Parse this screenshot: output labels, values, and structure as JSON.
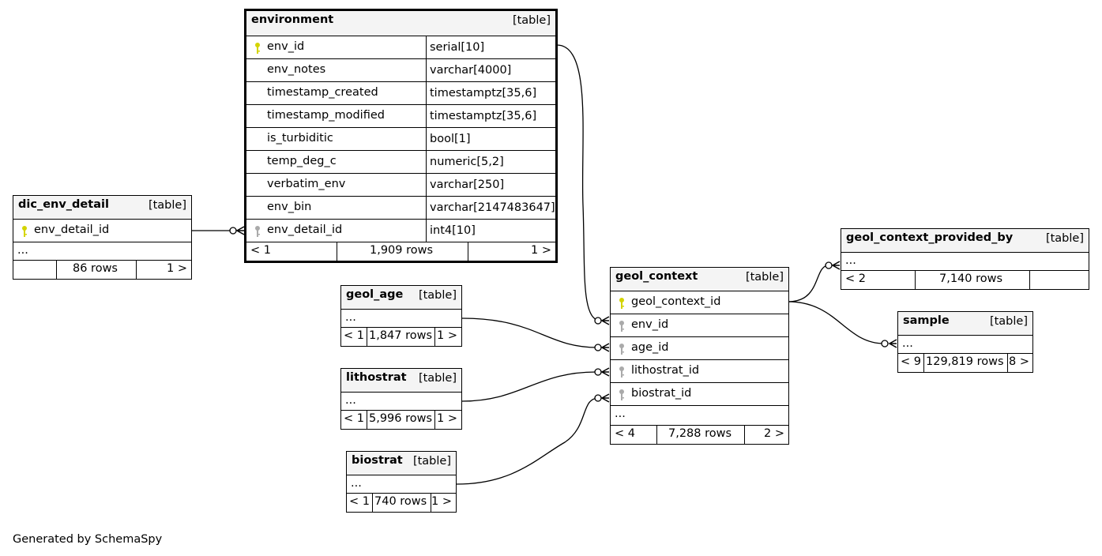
{
  "tables": {
    "environment": {
      "name": "environment",
      "kind": "[table]",
      "columns": [
        {
          "name": "env_id",
          "type": "serial[10]",
          "key": "primary"
        },
        {
          "name": "env_notes",
          "type": "varchar[4000]",
          "key": ""
        },
        {
          "name": "timestamp_created",
          "type": "timestamptz[35,6]",
          "key": ""
        },
        {
          "name": "timestamp_modified",
          "type": "timestamptz[35,6]",
          "key": ""
        },
        {
          "name": "is_turbiditic",
          "type": "bool[1]",
          "key": ""
        },
        {
          "name": "temp_deg_c",
          "type": "numeric[5,2]",
          "key": ""
        },
        {
          "name": "verbatim_env",
          "type": "varchar[250]",
          "key": ""
        },
        {
          "name": "env_bin",
          "type": "varchar[2147483647]",
          "key": ""
        },
        {
          "name": "env_detail_id",
          "type": "int4[10]",
          "key": "foreign"
        }
      ],
      "footer": {
        "left": "< 1",
        "rows": "1,909 rows",
        "right": "1 >"
      }
    },
    "dic_env_detail": {
      "name": "dic_env_detail",
      "kind": "[table]",
      "columns": [
        {
          "name": "env_detail_id",
          "key": "primary"
        }
      ],
      "ellipsis": "...",
      "footer": {
        "left": "",
        "rows": "86 rows",
        "right": "1 >"
      }
    },
    "geol_age": {
      "name": "geol_age",
      "kind": "[table]",
      "ellipsis": "...",
      "footer": {
        "left": "< 1",
        "rows": "1,847 rows",
        "right": "1 >"
      }
    },
    "lithostrat": {
      "name": "lithostrat",
      "kind": "[table]",
      "ellipsis": "...",
      "footer": {
        "left": "< 1",
        "rows": "5,996 rows",
        "right": "1 >"
      }
    },
    "biostrat": {
      "name": "biostrat",
      "kind": "[table]",
      "ellipsis": "...",
      "footer": {
        "left": "< 1",
        "rows": "740 rows",
        "right": "1 >"
      }
    },
    "geol_context": {
      "name": "geol_context",
      "kind": "[table]",
      "columns": [
        {
          "name": "geol_context_id",
          "key": "primary"
        },
        {
          "name": "env_id",
          "key": "foreign"
        },
        {
          "name": "age_id",
          "key": "foreign"
        },
        {
          "name": "lithostrat_id",
          "key": "foreign"
        },
        {
          "name": "biostrat_id",
          "key": "foreign"
        }
      ],
      "ellipsis": "...",
      "footer": {
        "left": "< 4",
        "rows": "7,288 rows",
        "right": "2 >"
      }
    },
    "geol_context_provided_by": {
      "name": "geol_context_provided_by",
      "kind": "[table]",
      "ellipsis": "...",
      "footer": {
        "left": "< 2",
        "rows": "7,140 rows",
        "right": ""
      }
    },
    "sample": {
      "name": "sample",
      "kind": "[table]",
      "ellipsis": "...",
      "footer": {
        "left": "< 9",
        "rows": "129,819 rows",
        "right": "8 >"
      }
    }
  },
  "colors": {
    "primary_key": "#d4d400",
    "foreign_key": "#aaaaaa",
    "header_bg": "#f4f4f4",
    "line": "#000000"
  },
  "credit": "Generated by SchemaSpy"
}
